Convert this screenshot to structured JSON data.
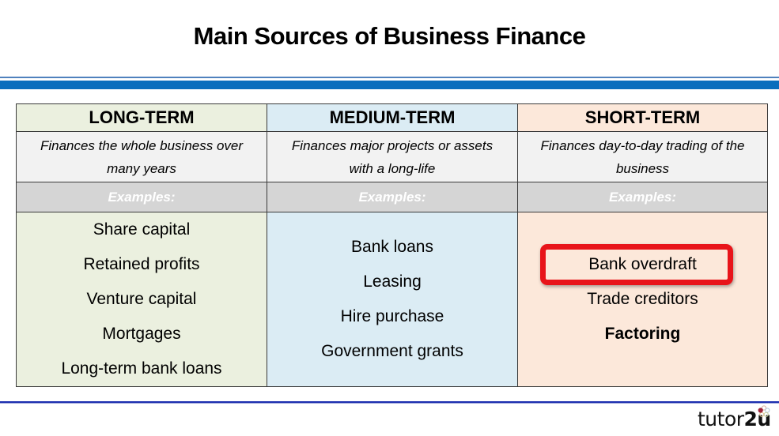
{
  "slide": {
    "title": "Main Sources of Business Finance"
  },
  "table": {
    "columns": [
      {
        "heading": "LONG-TERM",
        "description": "Finances the whole business over many years",
        "examples_label": "Examples:",
        "examples": [
          "Share capital",
          "Retained profits",
          "Venture capital",
          "Mortgages",
          "Long-term bank loans"
        ],
        "background": "#ebf0df"
      },
      {
        "heading": "MEDIUM-TERM",
        "description": "Finances major projects or assets with a long-life",
        "examples_label": "Examples:",
        "examples": [
          "Bank loans",
          "Leasing",
          "Hire purchase",
          "Government grants"
        ],
        "background": "#dbecf4"
      },
      {
        "heading": "SHORT-TERM",
        "description": "Finances day-to-day trading of the business",
        "examples_label": "Examples:",
        "examples": [
          "Bank overdraft",
          "Trade creditors",
          "Factoring"
        ],
        "background": "#fce8da"
      }
    ],
    "highlighted_item": "Bank overdraft",
    "highlight_color": "#e8141a"
  },
  "footer": {
    "logo_text": "tutor",
    "logo_text_bold": "2u"
  },
  "colors": {
    "header_rule": "#0a6ebd",
    "footer_rule": "#1c2fb0",
    "examples_row": "#d5d5d5",
    "description_row": "#f2f2f2"
  }
}
